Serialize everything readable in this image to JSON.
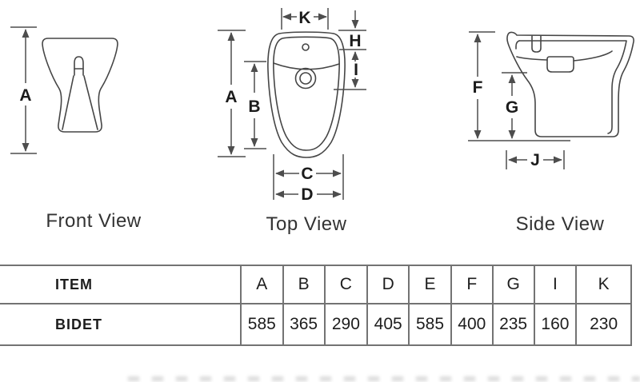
{
  "drawing": {
    "views": {
      "front": {
        "caption": "Front View",
        "dims": {
          "A": "A"
        }
      },
      "top": {
        "caption": "Top View",
        "dims": {
          "A": "A",
          "B": "B",
          "C": "C",
          "D": "D",
          "H": "H",
          "I": "I",
          "K": "K"
        }
      },
      "side": {
        "caption": "Side View",
        "dims": {
          "F": "F",
          "G": "G",
          "J": "J"
        }
      }
    }
  },
  "table": {
    "item_header": "ITEM",
    "columns": [
      "A",
      "B",
      "C",
      "D",
      "E",
      "F",
      "G",
      "I",
      "K"
    ],
    "rows": [
      {
        "label": "BIDET",
        "values": [
          "585",
          "365",
          "290",
          "405",
          "585",
          "400",
          "235",
          "160",
          "230"
        ]
      }
    ]
  },
  "colors": {
    "drawing_line": "#454545",
    "dimension_line": "#4d4d4d",
    "table_border": "#737373",
    "text": "#1d1d1d"
  }
}
